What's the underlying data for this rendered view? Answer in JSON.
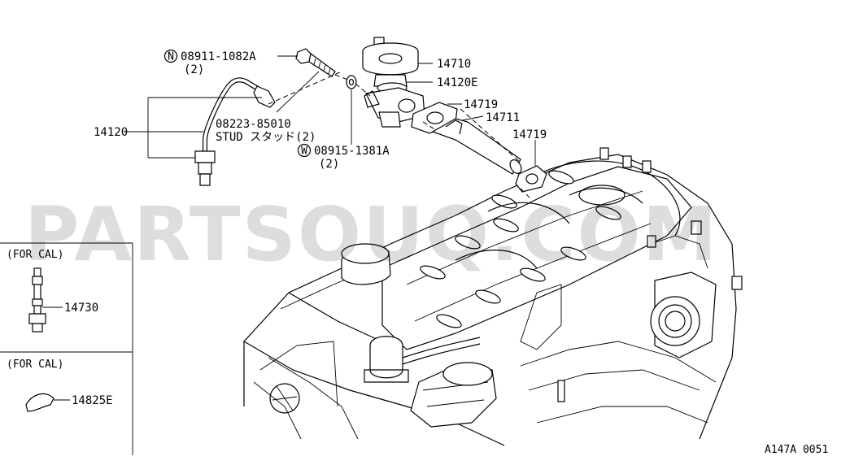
{
  "watermark": "PARTSOUQ.COM",
  "callouts": {
    "nut_code": "08911-1082A",
    "nut_qty": "(2)",
    "stud_code": "08223-85010",
    "stud_desc": "STUD スタッド(2)",
    "washer_code": "08915-1381A",
    "washer_qty": "(2)",
    "p14710": "14710",
    "p14120E": "14120E",
    "p14719a": "14719",
    "p14711": "14711",
    "p14719b": "14719",
    "p14120": "14120",
    "p14730": "14730",
    "p14825E": "14825E"
  },
  "symbols": {
    "nut": "N",
    "washer": "W"
  },
  "insets": {
    "top_title": "(FOR CAL)",
    "bottom_title": "(FOR CAL)"
  },
  "diagram_ref": "A147A 0051",
  "icons": [
    "nut-symbol-icon",
    "washer-symbol-icon"
  ]
}
